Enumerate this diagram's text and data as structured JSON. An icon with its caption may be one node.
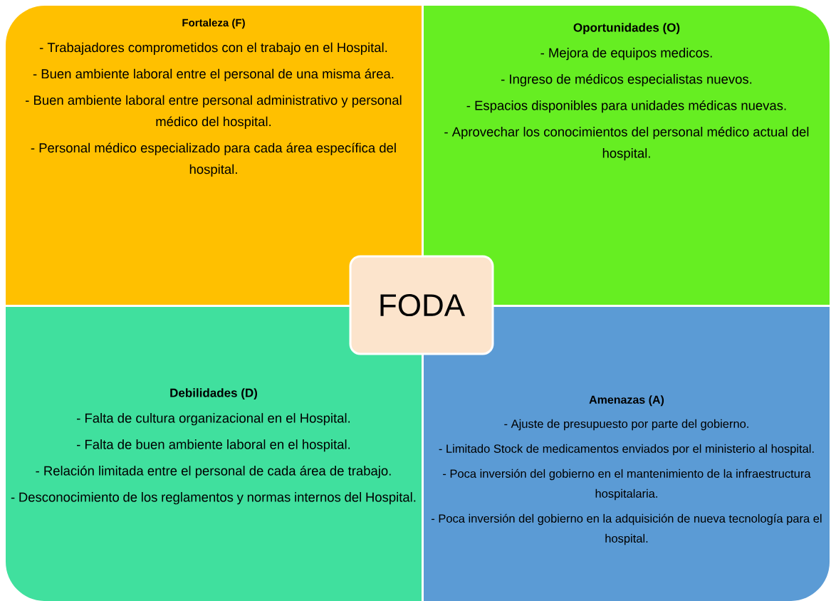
{
  "diagram": {
    "nodes": [
      {
        "text": [
          "Fortaleza (F)",
          "- Trabajadores comprometidos con el trabajo en el Hospital.",
          "- Buen ambiente laboral entre el personal de una misma área.",
          "- Buen ambiente laboral entre personal administrativo y personal médico del hospital.",
          "- Personal médico especializado para cada área específica del hospital."
        ]
      },
      {
        "text": [
          "Oportunidades (O)",
          "- Mejora de equipos medicos.",
          "- Ingreso de médicos especialistas nuevos.",
          "- Espacios disponibles para unidades médicas nuevas.",
          "- Aprovechar los conocimientos del personal médico actual del hospital."
        ]
      },
      {
        "text": [
          "FODA"
        ]
      },
      {
        "text": [
          "Debilidades (D)",
          "- Falta de cultura organizacional en el Hospital.",
          "- Falta de buen ambiente laboral en el hospital.",
          "- Relación limitada entre el personal de cada área de trabajo.",
          "- Desconocimiento de los reglamentos y normas internos del Hospital."
        ]
      },
      {
        "text": [
          "Amenazas (A)",
          "- Ajuste de presupuesto por parte del gobierno.",
          "- Limitado Stock de medicamentos enviados por el ministerio al hospital.",
          "- Poca inversión del gobierno en el mantenimiento de la infraestructura hospitalaria.",
          "- Poca inversión del gobierno en la adquisición de nueva tecnología para el hospital."
        ]
      }
    ]
  }
}
